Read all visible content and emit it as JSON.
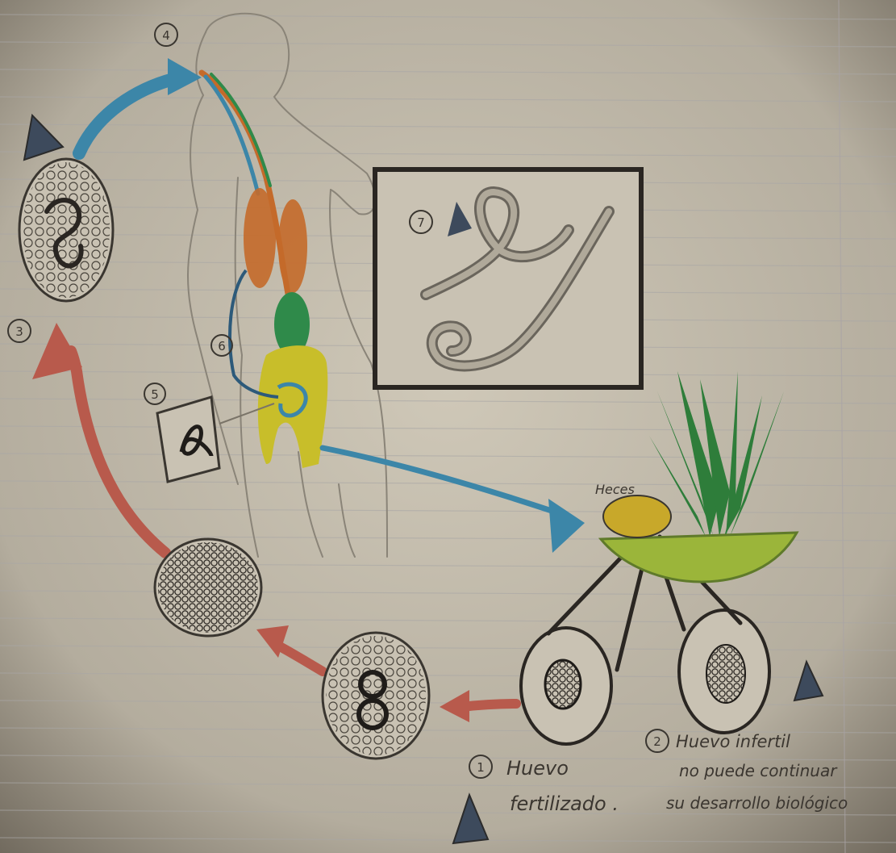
{
  "stage_numbers": {
    "n1": "1",
    "n2": "2",
    "n3": "3",
    "n4": "4",
    "n5": "5",
    "n6": "6",
    "n7": "7"
  },
  "labels": {
    "food": "Heces",
    "stage_1_line1": "Huevo",
    "stage_1_line2": "fertilizado .",
    "stage_2_line1": "Huevo infertil",
    "stage_2_line2": "no puede continuar",
    "stage_2_line3": "su desarrollo biológico"
  },
  "colors": {
    "paper": "#c9c2b3",
    "blue_arrow": "#3c86a8",
    "red_arrow": "#b85a4c",
    "orange_organ": "#c46a2a",
    "green_organ": "#2f8a4a",
    "yellow_intestine": "#c8be2a",
    "plant": "#2e7d3a",
    "warning_triangle": "#3d4a5c"
  },
  "icons": [
    "warning-triangle-icon",
    "adult-worms-inset",
    "larva-inset"
  ]
}
